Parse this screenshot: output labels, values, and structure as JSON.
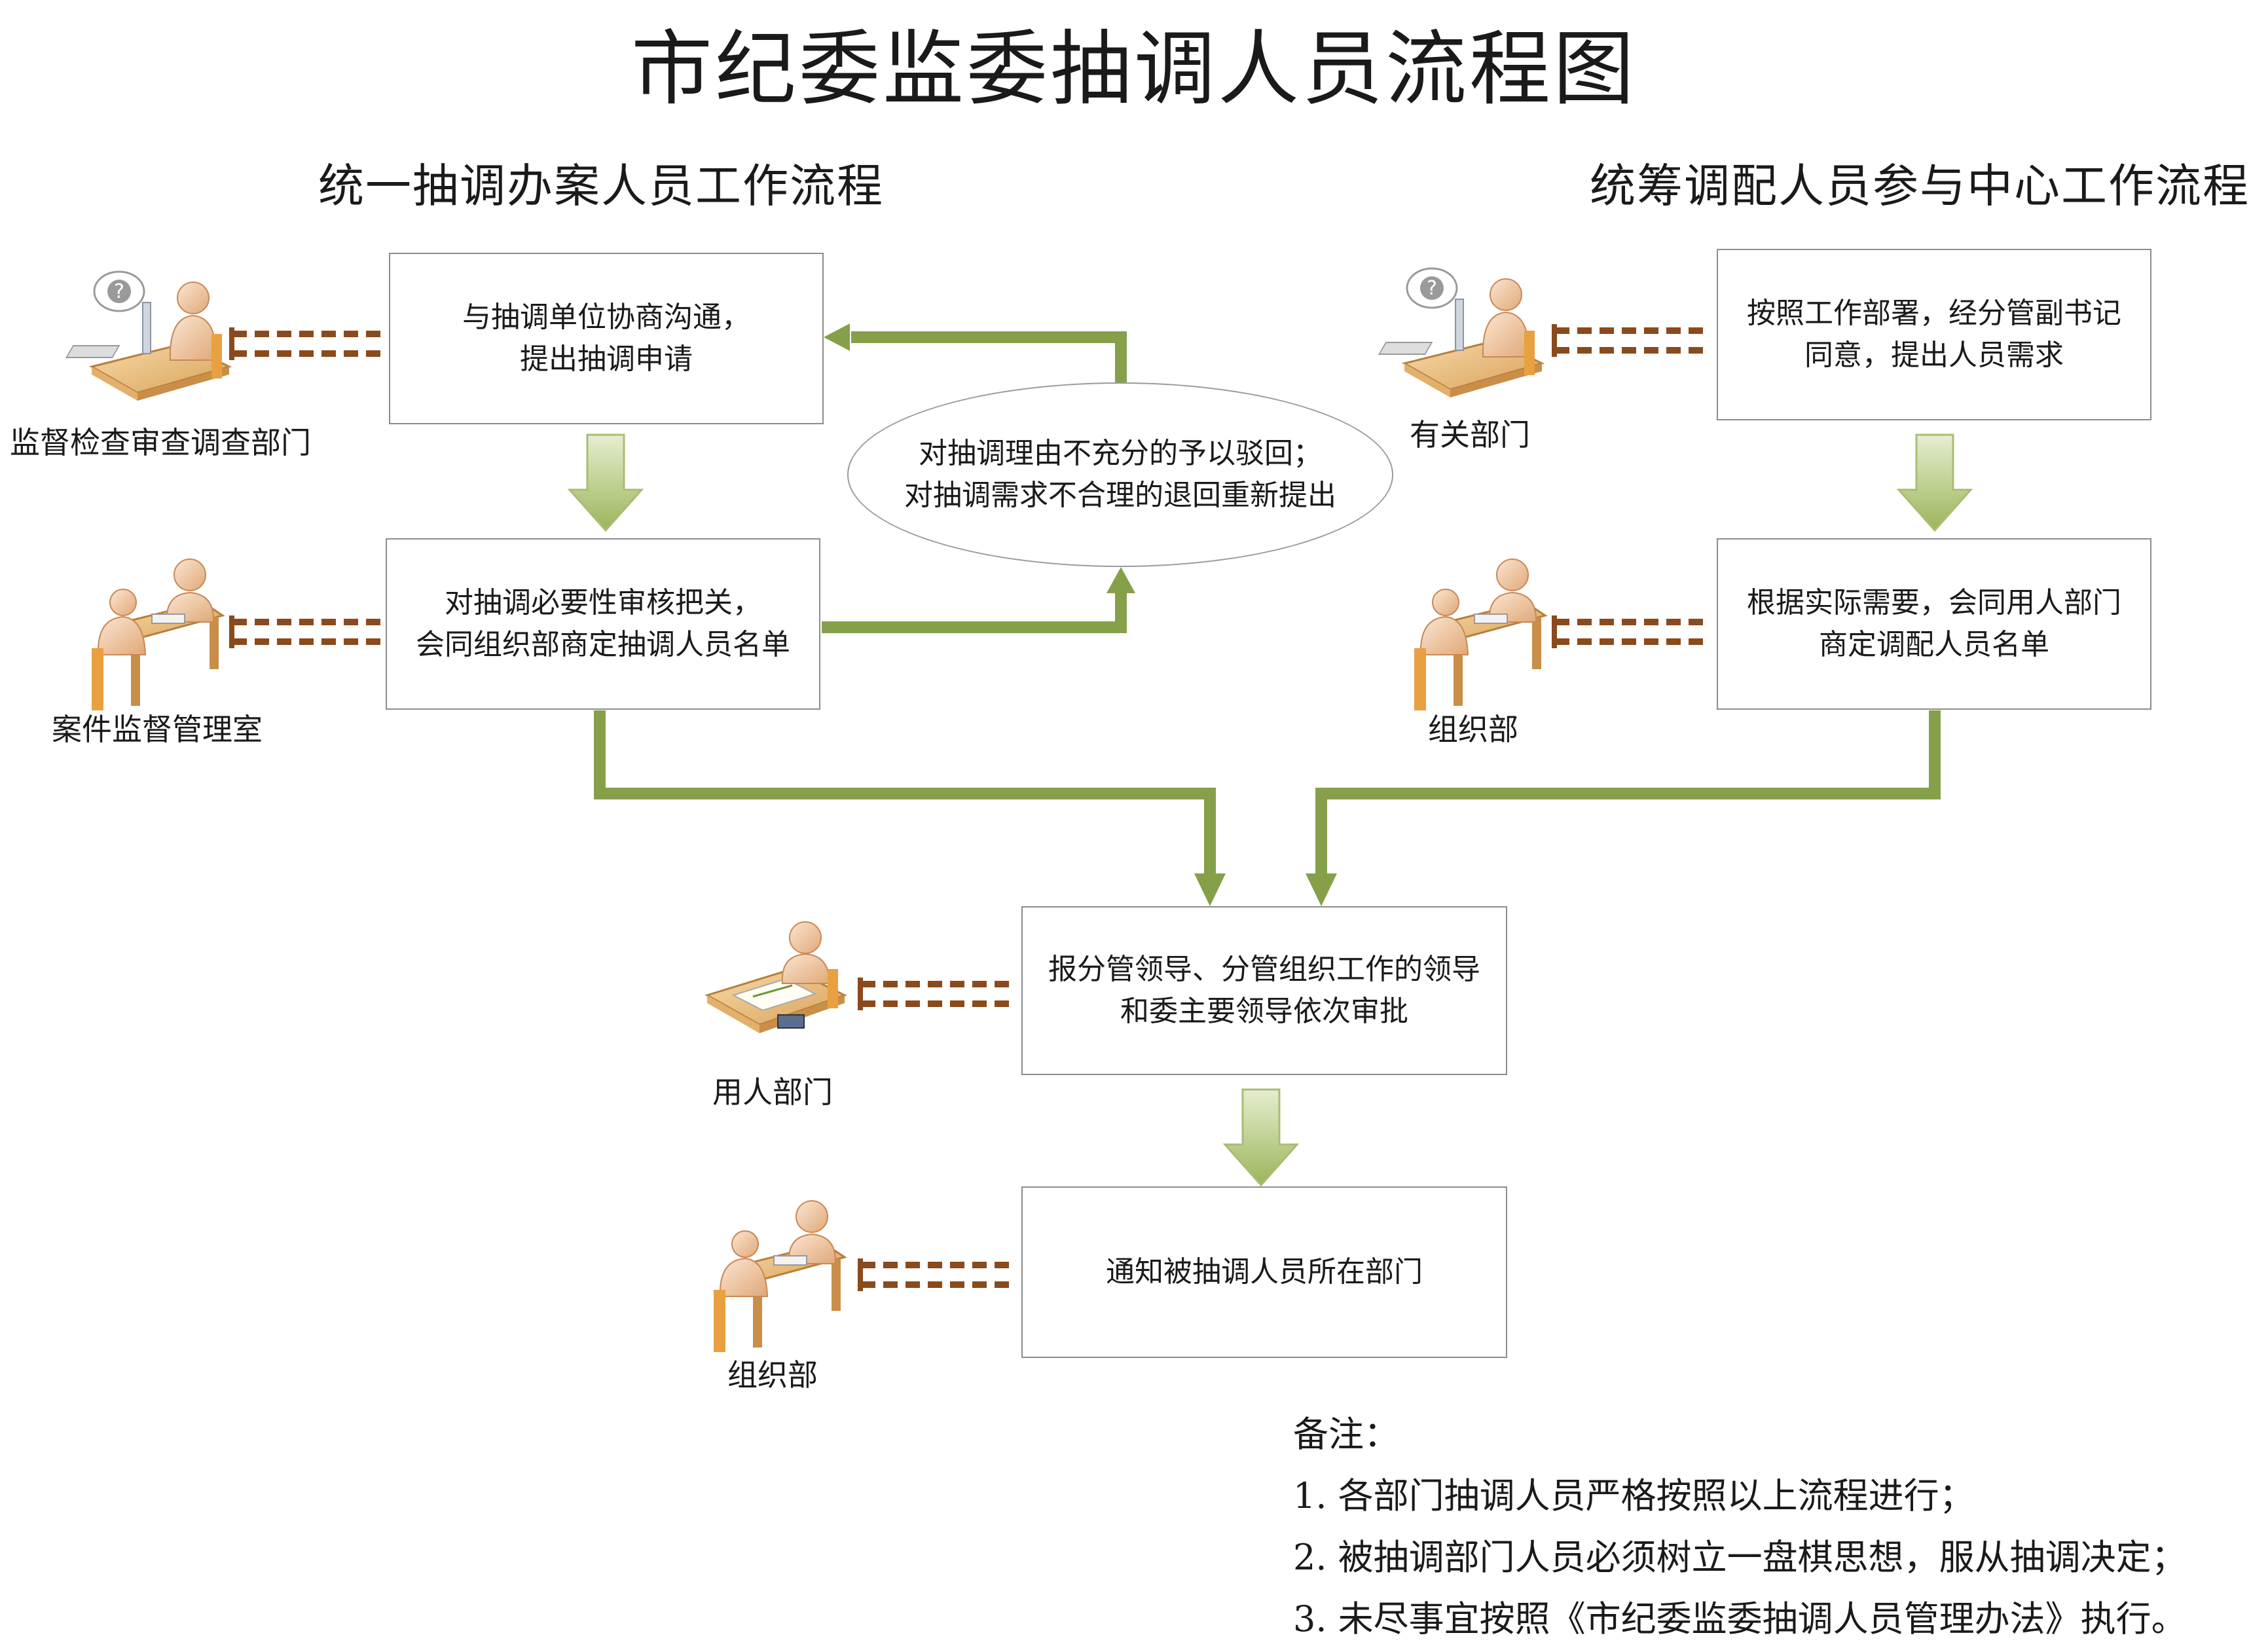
{
  "title": "市纪委监委抽调人员流程图",
  "left_flow": {
    "heading": "统一抽调办案人员工作流程",
    "step1": {
      "line1": "与抽调单位协商沟通，",
      "line2": "提出抽调申请",
      "role": "监督检查审查调查部门"
    },
    "step2": {
      "line1": "对抽调必要性审核把关，",
      "line2": "会同组织部商定抽调人员名单",
      "role": "案件监督管理室"
    },
    "feedback": {
      "line1": "对抽调理由不充分的予以驳回；",
      "line2": "对抽调需求不合理的退回重新提出"
    }
  },
  "right_flow": {
    "heading": "统筹调配人员参与中心工作流程",
    "step1": {
      "line1": "按照工作部署，经分管副书记",
      "line2": "同意，提出人员需求",
      "role": "有关部门"
    },
    "step2": {
      "line1": "根据实际需要，会同用人部门",
      "line2": "商定调配人员名单",
      "role": "组织部"
    }
  },
  "merge": {
    "step3": {
      "line1": "报分管领导、分管组织工作的领导",
      "line2": "和委主要领导依次审批",
      "role": "用人部门"
    },
    "step4": {
      "line1": "通知被抽调人员所在部门",
      "role": "组织部"
    }
  },
  "notes": {
    "heading": "备注：",
    "items": [
      "1. 各部门抽调人员严格按照以上流程进行；",
      "2. 被抽调部门人员必须树立一盘棋思想，服从抽调决定；",
      "3. 未尽事宜按照《市纪委监委抽调人员管理办法》执行。"
    ]
  },
  "colors": {
    "flow_green": "#86a04a",
    "arrow_fill": "#c9d99d",
    "connector_brown": "#8b4a1c",
    "box_border": "#8c8c8c",
    "desk": "#f0c98f",
    "person": "#f5d7b8"
  }
}
